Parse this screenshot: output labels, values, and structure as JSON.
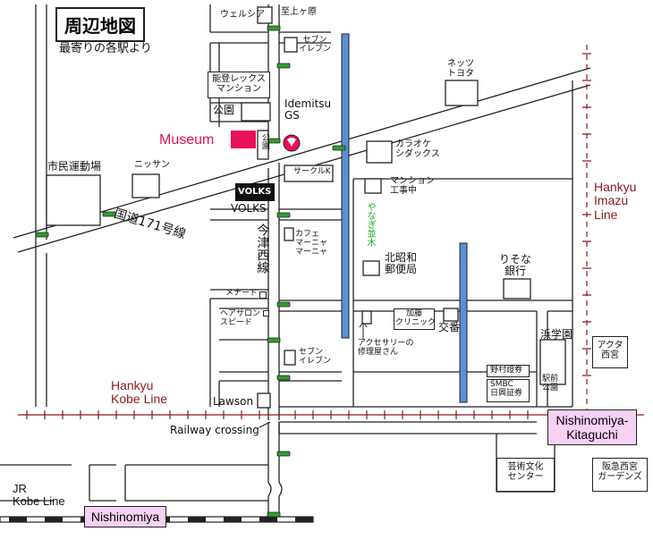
{
  "title": "周辺地図",
  "subtitle": "最寄りの各駅より",
  "museum": {
    "label": "Museum",
    "color": "#e8105a"
  },
  "roads": {
    "national_route": "国道171号線",
    "imazu_line_road": "今津西線",
    "promenade": "やなぎ並木",
    "to_kamigahara": "至上ヶ原",
    "railway_crossing": "Railway crossing"
  },
  "railways": {
    "hankyu_kobe": [
      "Hankyu",
      "Kobe Line"
    ],
    "hankyu_imazu": [
      "Hankyu",
      "Imazu",
      "Line"
    ],
    "jr_kobe": [
      "JR",
      "Kobe Line"
    ],
    "rail_color": "#8b1a1a"
  },
  "stations": {
    "nishinomiya_kitaguchi": [
      "Nishinomiya-",
      "Kitaguchi"
    ],
    "nishinomiya": "Nishinomiya",
    "station_color": "#f7d1f2"
  },
  "landmarks": {
    "welcia": "ウェルシア",
    "seven_top": [
      "セブン",
      "イレブン"
    ],
    "netz_toyota": [
      "ネッツ",
      "トヨタ"
    ],
    "noto_mansion": [
      "能登レックス",
      "マンション"
    ],
    "park_top": "公園",
    "park_small": "公園",
    "idemitsu": [
      "Idemitsu",
      "GS"
    ],
    "karaoke": [
      "カラオケ",
      "シダックス"
    ],
    "shimin_undojo": "市民運動場",
    "nissan": "ニッサン",
    "circle_k": "サークルK",
    "mansion_construction": [
      "マンション",
      "工事中"
    ],
    "volks_logo": "VOLKS",
    "volks": "VOLKS",
    "cafe": [
      "カフェ",
      "マーニャ",
      "マーニャ"
    ],
    "post_office": [
      "北昭和",
      "郵便局"
    ],
    "resona": [
      "りそな",
      "銀行"
    ],
    "menard": "メナード",
    "hair_salon": [
      "ヘアサロン",
      "スピード"
    ],
    "kato_clinic": [
      "加藤",
      "クリニック"
    ],
    "koban": "交番",
    "accessory": [
      "アクセサリーの",
      "修理屋さん"
    ],
    "hamagakuen": "浜学園",
    "acta": [
      "アクタ",
      "西宮"
    ],
    "seven_bottom": [
      "セブン",
      "イレブン"
    ],
    "nomura": "野村證券",
    "smbc": [
      "SMBC",
      "日興証券"
    ],
    "ekimae_park": [
      "駅前",
      "公園"
    ],
    "lawson": "Lawson",
    "geibun": [
      "芸術文化",
      "センター"
    ],
    "gardens": [
      "阪急西宮",
      "ガーデンズ"
    ]
  },
  "colors": {
    "road_line": "#222222",
    "avenue_blue": "#5b8fd6",
    "signal_green": "#2e9e2e",
    "promenade_green": "#22aa22"
  }
}
